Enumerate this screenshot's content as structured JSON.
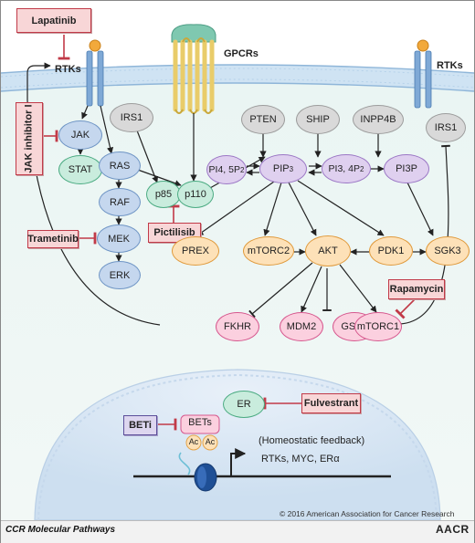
{
  "receptors": {
    "rtk_left": "RTKs",
    "gpcr": "GPCRs",
    "rtk_right": "RTKs"
  },
  "drugs": {
    "lapatinib": "Lapatinib",
    "jak_inhibitor": "JAK inhibitor I",
    "pictilisib": "Pictilisib",
    "trametinib": "Trametinib",
    "rapamycin": "Rapamycin",
    "fulvestrant": "Fulvestrant",
    "beti": "BETi"
  },
  "nodes": {
    "jak": "JAK",
    "stat": "STAT",
    "irs1_left": "IRS1",
    "ras": "RAS",
    "raf": "RAF",
    "mek": "MEK",
    "erk": "ERK",
    "p85": "p85",
    "p110": "p110",
    "pten": "PTEN",
    "ship": "SHIP",
    "inpp4b": "INPP4B",
    "pi45p2": {
      "base": "PI4, 5P",
      "sub": "2"
    },
    "pip3": {
      "base": "PIP",
      "sub": "3"
    },
    "pi34p2": {
      "base": "PI3, 4P",
      "sub": "2"
    },
    "pi3p": "PI3P",
    "irs1_right": "IRS1",
    "prex": "PREX",
    "mtorc2": "mTORC2",
    "akt": "AKT",
    "pdk1": "PDK1",
    "sgk3": "SGK3",
    "fkhr": "FKHR",
    "mdm2": "MDM2",
    "gsk3": "GSK3",
    "mtorc1": "mTORC1",
    "er": "ER",
    "bets": "BETs",
    "ac": "Ac"
  },
  "nucleus": {
    "homeostatic_feedback": "(Homeostatic feedback)",
    "targets": "RTKs, MYC, ERα"
  },
  "footer": {
    "copyright": "© 2016 American Association for Cancer Research",
    "journal": "CCR Molecular Pathways",
    "logo": "AACR"
  },
  "colors": {
    "membrane_blue": "#cfe3f3",
    "cytoplasm_teal": "#e6f4f1",
    "nucleus_blue": "#dce9f6",
    "drug_fill": "#f8d6d7",
    "drug_border": "#c13a48",
    "node_gray": "#d9d9d9",
    "node_blue": "#c5d7ee",
    "node_green": "#c9ecdd",
    "node_purple": "#dfd0ef",
    "node_orange": "#fde1b8",
    "node_pink": "#fbd0df"
  }
}
